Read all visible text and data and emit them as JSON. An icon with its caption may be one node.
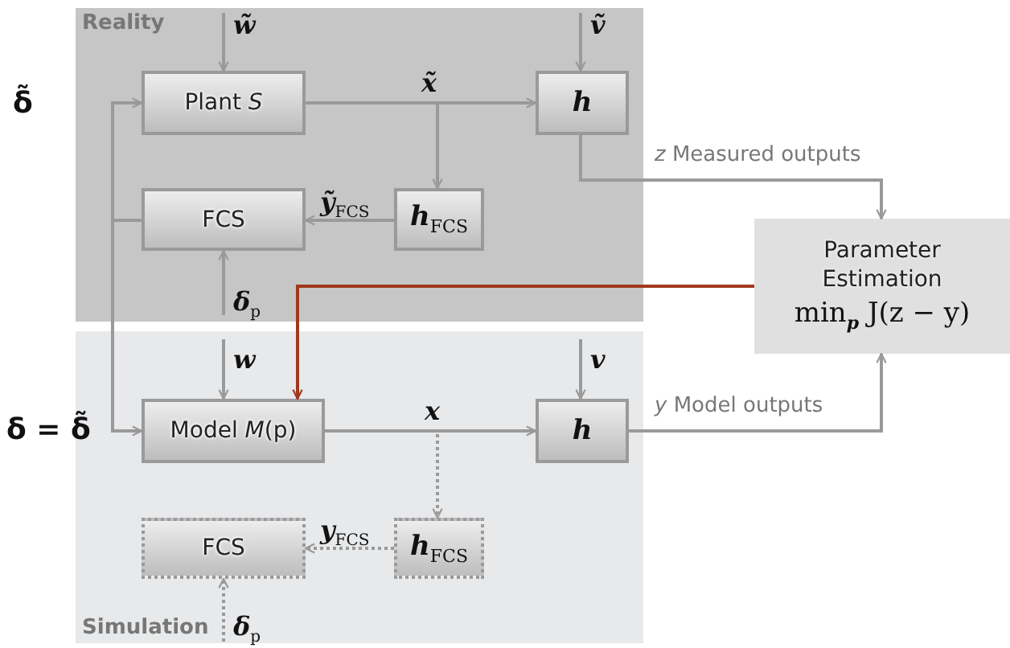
{
  "diagram": {
    "nodes": [
      {
        "text": [
          "Reality"
        ]
      },
      {
        "text": [
          "Plant *S*"
        ],
        "in": 0
      },
      {
        "text": [
          "h"
        ],
        "in": 0
      },
      {
        "text": [
          "FCS"
        ],
        "in": 0
      },
      {
        "text": [
          "h$_{FCS}$"
        ],
        "in": 0
      },
      {
        "text": [
          "Parameter Estimation",
          "min$_{p}$ J(z − y)"
        ]
      },
      {
        "text": [
          "Simulation"
        ]
      },
      {
        "text": [
          "Model *M*(p)"
        ],
        "in": 6
      },
      {
        "text": [
          "h"
        ],
        "in": 6
      },
      {
        "text": [
          "FCS"
        ],
        "in": 6
      },
      {
        "text": [
          "h$_{FCS}$"
        ],
        "in": 6
      }
    ],
    "edges": [
      {
        "from": null,
        "to": 1,
        "arrow": "to",
        "label": "w̃"
      },
      {
        "from": null,
        "to": 2,
        "arrow": "to",
        "label": "ṽ"
      },
      {
        "from": 1,
        "to": 2,
        "arrow": "to",
        "label": "x̃"
      },
      {
        "from": 1,
        "to": 4,
        "arrow": "to"
      },
      {
        "from": 4,
        "to": 3,
        "arrow": "to",
        "label": "ỹ$_{FCS}$"
      },
      {
        "from": null,
        "to": 3,
        "arrow": "to",
        "label": "δ$_{p}$"
      },
      {
        "from": 3,
        "to": 1,
        "arrow": "to"
      },
      {
        "from": 3,
        "to": 7,
        "arrow": "to"
      },
      {
        "from": 2,
        "to": 5,
        "arrow": "to",
        "label": "*z* Measured outputs"
      },
      {
        "from": 5,
        "to": 7,
        "arrow": "to",
        "color": "#a0391f"
      },
      {
        "from": null,
        "to": 7,
        "arrow": "to",
        "label": "w"
      },
      {
        "from": null,
        "to": 8,
        "arrow": "to",
        "label": "v"
      },
      {
        "from": 7,
        "to": 8,
        "arrow": "to",
        "label": "x"
      },
      {
        "from": 7,
        "to": 10,
        "arrow": "to",
        "style": "dashed"
      },
      {
        "from": 10,
        "to": 9,
        "arrow": "to",
        "style": "dashed",
        "label": "y$_{FCS}$"
      },
      {
        "from": null,
        "to": 9,
        "arrow": "to",
        "style": "dashed",
        "label": "δ$_{p}$"
      },
      {
        "from": 8,
        "to": 5,
        "arrow": "to",
        "label": "*y* Model outputs"
      }
    ],
    "labels": [
      "δ̃",
      "δ = δ̃"
    ]
  }
}
